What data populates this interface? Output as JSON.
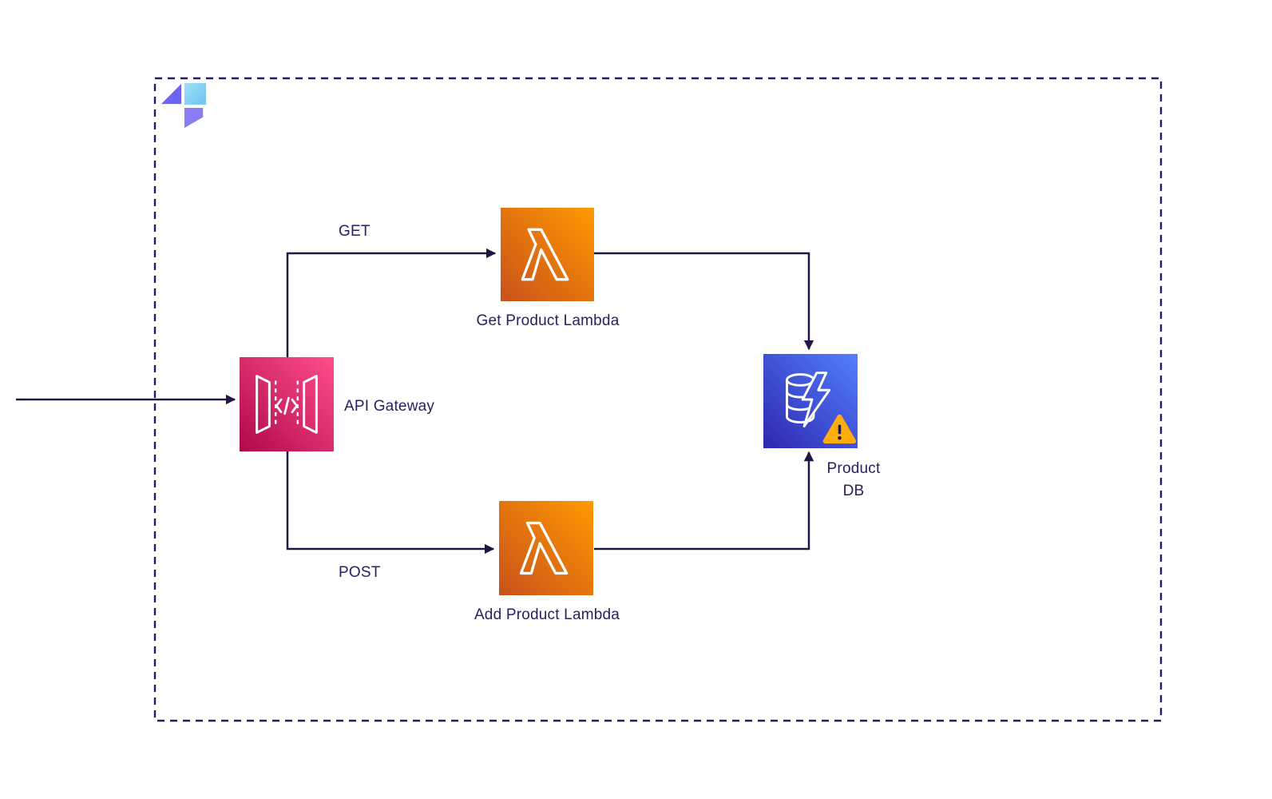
{
  "canvas": {
    "background": "#ffffff",
    "frame_color": "#2a1a5e",
    "line_color": "#241442",
    "text_color": "#262262"
  },
  "logo": {
    "name": "eraser-logo",
    "purple": "#6E62F2",
    "light_blue": "#7ECBF5"
  },
  "nodes": {
    "api_gateway": {
      "label": "API Gateway",
      "icon": "api-gateway-icon",
      "gradient_from": "#B0084D",
      "gradient_to": "#FF4F8B"
    },
    "get_lambda": {
      "label": "Get Product Lambda",
      "icon": "lambda-icon",
      "gradient_from": "#C8511B",
      "gradient_to": "#FF9900"
    },
    "add_lambda": {
      "label": "Add Product Lambda",
      "icon": "lambda-icon",
      "gradient_from": "#C8511B",
      "gradient_to": "#FF9900"
    },
    "product_db": {
      "label": "Product DB",
      "icon": "database-icon",
      "badge": "warning-icon",
      "badge_color": "#FFAD0D",
      "gradient_from": "#2E27AD",
      "gradient_to": "#527FFF"
    }
  },
  "edges": [
    {
      "from": "external",
      "to": "api_gateway"
    },
    {
      "from": "api_gateway",
      "to": "get_lambda",
      "label": "GET"
    },
    {
      "from": "api_gateway",
      "to": "add_lambda",
      "label": "POST"
    },
    {
      "from": "get_lambda",
      "to": "product_db"
    },
    {
      "from": "add_lambda",
      "to": "product_db"
    }
  ]
}
